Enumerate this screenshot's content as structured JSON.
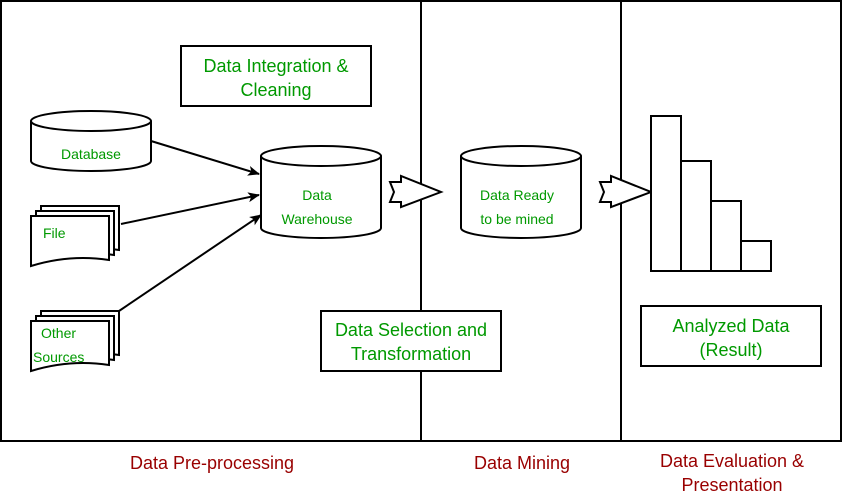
{
  "stages": {
    "preprocessing": "Data Pre-processing",
    "mining": "Data Mining",
    "evaluation_line1": "Data Evaluation &",
    "evaluation_line2": "Presentation"
  },
  "boxes": {
    "integration_line1": "Data Integration &",
    "integration_line2": "Cleaning",
    "selection_line1": "Data Selection and",
    "selection_line2": "Transformation",
    "analyzed_line1": "Analyzed Data",
    "analyzed_line2": "(Result)"
  },
  "sources": {
    "database": "Database",
    "file": "File",
    "other_line1": "Other",
    "other_line2": "Sources"
  },
  "stores": {
    "warehouse_line1": "Data",
    "warehouse_line2": "Warehouse",
    "ready_line1": "Data Ready",
    "ready_line2": "to be mined"
  },
  "colors": {
    "label_green": "#009900",
    "stage_red": "#990000",
    "stroke": "#000000"
  }
}
